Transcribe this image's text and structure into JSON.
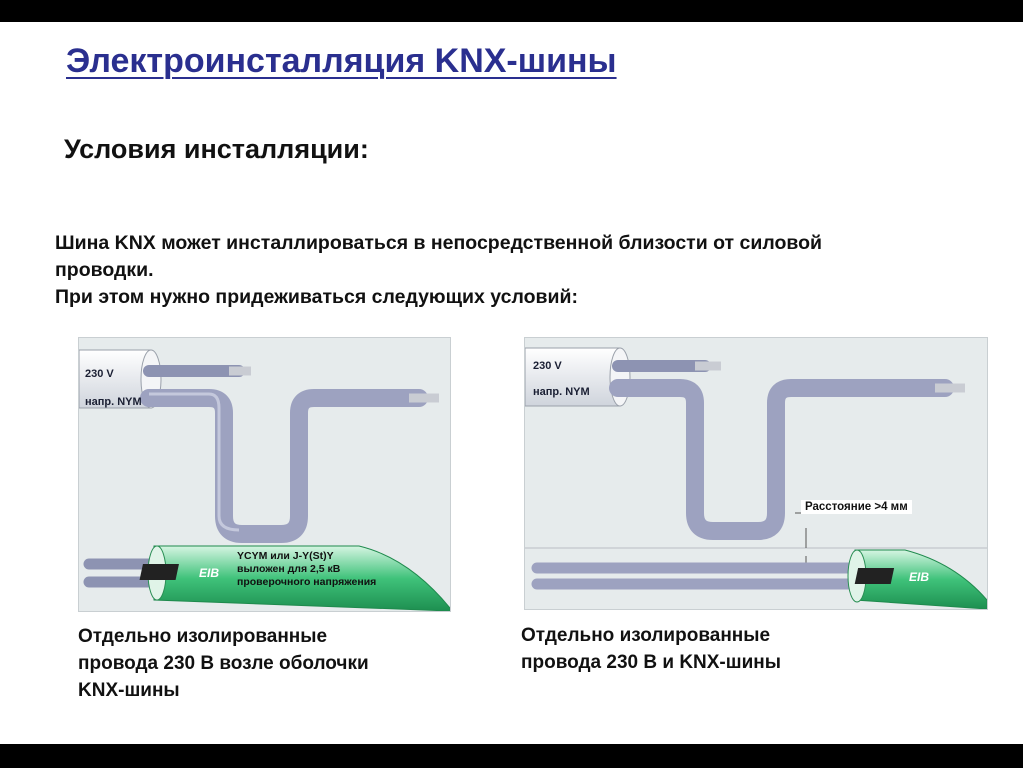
{
  "title": "Электроинсталляция KNX-шины",
  "subtitle": "Условия инсталляции:",
  "intro": {
    "line1": "Шина KNX может инсталлироваться в непосредственной близости от силовой",
    "line2": "проводки.",
    "line3": "При этом нужно придеживаться следующих условий:"
  },
  "left_panel": {
    "voltage_label": "230 V",
    "cable_type_label": "напр. NYM",
    "bus_cable_text": [
      "YCYM или J-Y(St)Y",
      "выложен для 2,5 кВ",
      "проверочного напряжения"
    ],
    "bus_logo": "EIB"
  },
  "right_panel": {
    "voltage_label": "230 V",
    "cable_type_label": "напр. NYM",
    "distance_label": "Расстояние >4 мм",
    "bus_logo": "EIB"
  },
  "captions": {
    "left": [
      "Отдельно изолированные",
      "провода 230 В возле оболочки",
      "KNX-шины"
    ],
    "right": [
      "Отдельно изолированные",
      "провода 230 В и KNX-шины"
    ]
  },
  "colors": {
    "title": "#2a2f8f",
    "bus_cable_green": "#3fc27a",
    "wire_gray": "#9da2c0",
    "panel_bg": "#e6ebec"
  }
}
